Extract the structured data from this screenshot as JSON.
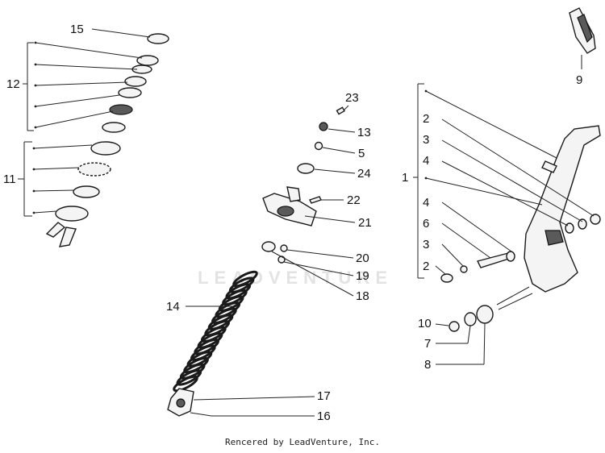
{
  "watermark": "LEADVENTURE",
  "credit": "Rencered by LeadVenture, Inc.",
  "callouts": {
    "c15": "15",
    "c12": "12",
    "c11": "11",
    "c14": "14",
    "c17": "17",
    "c16": "16",
    "c23": "23",
    "c13": "13",
    "c5": "5",
    "c24": "24",
    "c22": "22",
    "c21": "21",
    "c20": "20",
    "c19": "19",
    "c18": "18",
    "c9": "9",
    "c1": "1",
    "c2a": "2",
    "c3a": "3",
    "c4a": "4",
    "c4b": "4",
    "c6": "6",
    "c3b": "3",
    "c2b": "2",
    "c10": "10",
    "c7": "7",
    "c8": "8"
  }
}
